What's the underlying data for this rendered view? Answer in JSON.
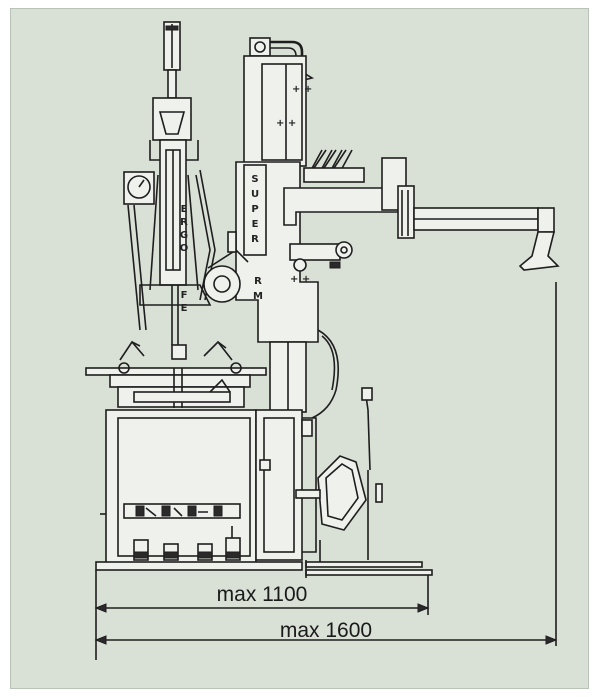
{
  "colors": {
    "background": "#d9e0d6",
    "line": "#1e1e1e"
  },
  "labels": {
    "machine_top": "SUPER",
    "machine_bottom": "RM",
    "column_text": "ERGO",
    "column_text2": "FE"
  },
  "dimensions": {
    "dim1": "max 1100",
    "dim2": "max 1600"
  }
}
